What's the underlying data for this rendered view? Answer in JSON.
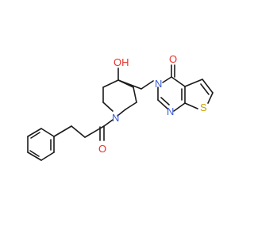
{
  "diagram": {
    "type": "chemical-structure",
    "colors": {
      "bond": "#1a1a1a",
      "oxygen": "#e8322a",
      "nitrogen": "#3a5bd9",
      "sulfur": "#c8a400",
      "background": "#ffffff"
    },
    "atoms": {
      "hydroxyl_oh": "OH",
      "ketone_o": "O",
      "pyrimidinone_n3": "N",
      "pyrimidine_n1": "N",
      "piperidine_n": "N",
      "thiophene_s": "S",
      "amide_o": "O"
    }
  }
}
